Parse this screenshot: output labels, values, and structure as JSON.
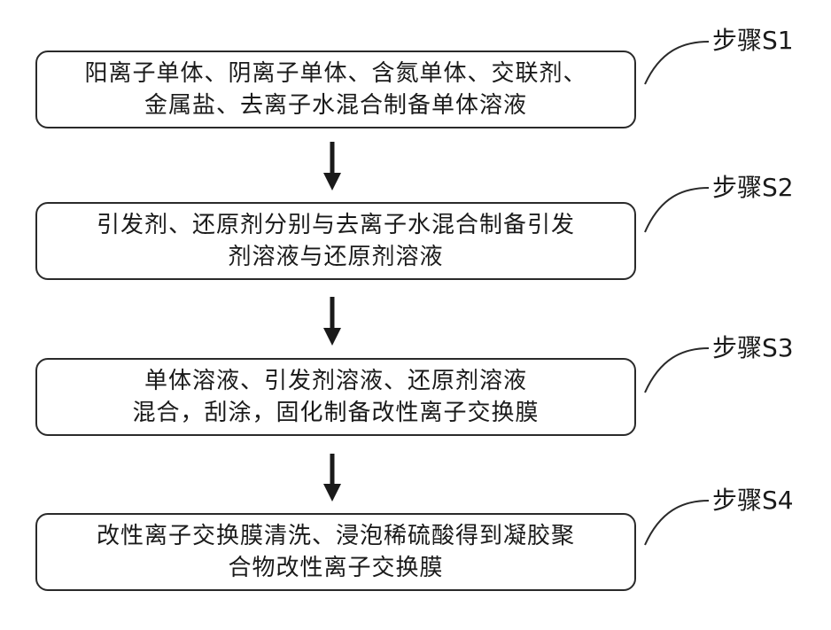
{
  "steps": [
    {
      "label": "步骤S1",
      "lines": [
        "阳离子单体、阴离子单体、含氮单体、交联剂、",
        "金属盐、去离子水混合制备单体溶液"
      ]
    },
    {
      "label": "步骤S2",
      "lines": [
        "引发剂、还原剂分别与去离子水混合制备引发",
        "剂溶液与还原剂溶液"
      ]
    },
    {
      "label": "步骤S3",
      "lines": [
        "单体溶液、引发剂溶液、还原剂溶液",
        "混合，刮涂，固化制备改性离子交换膜"
      ]
    },
    {
      "label": "步骤S4",
      "lines": [
        "改性离子交换膜清洗、浸泡稀硫酸得到凝胶聚",
        "合物改性离子交换膜"
      ]
    }
  ]
}
